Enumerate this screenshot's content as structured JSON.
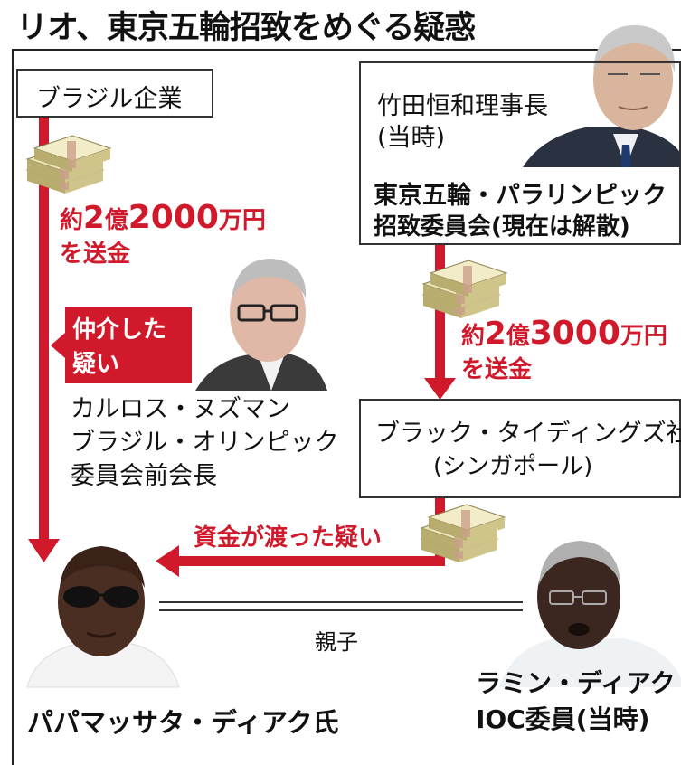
{
  "title": "リオ、東京五輪招致をめぐる疑惑",
  "colors": {
    "accent_red": "#d0192b",
    "text": "#111111",
    "border": "#333333"
  },
  "nodes": {
    "brazil_company": "ブラジル企業",
    "takeda_line1": "竹田恒和理事長",
    "takeda_line2": "(当時)",
    "tokyo_committee_line1": "東京五輪・パラリンピック",
    "tokyo_committee_line2": "招致委員会(現在は解散)",
    "black_tidings_line1": "ブラック・タイディングズ社",
    "black_tidings_line2": "(シンガポール)",
    "nuzman_line1": "カルロス・ヌズマン",
    "nuzman_line2": "ブラジル・オリンピック",
    "nuzman_line3": "委員会前会長",
    "papa_massata": "パパマッサタ・ディアク氏",
    "lamine_line1": "ラミン・ディアク",
    "lamine_line2": "IOC委員(当時)"
  },
  "flows": {
    "brazil_amount_prefix": "約",
    "brazil_amount_num1": "2",
    "brazil_amount_unit1": "億",
    "brazil_amount_num2": "2000",
    "brazil_amount_unit2": "万円",
    "brazil_sent": "を送金",
    "tokyo_amount_prefix": "約",
    "tokyo_amount_num1": "2",
    "tokyo_amount_unit1": "億",
    "tokyo_amount_num2": "3000",
    "tokyo_amount_unit2": "万円",
    "tokyo_sent": "を送金",
    "funds_suspicion": "資金が渡った疑い"
  },
  "mediation_badge": {
    "line1": "仲介した",
    "line2": "疑い"
  },
  "relation_label": "親子"
}
